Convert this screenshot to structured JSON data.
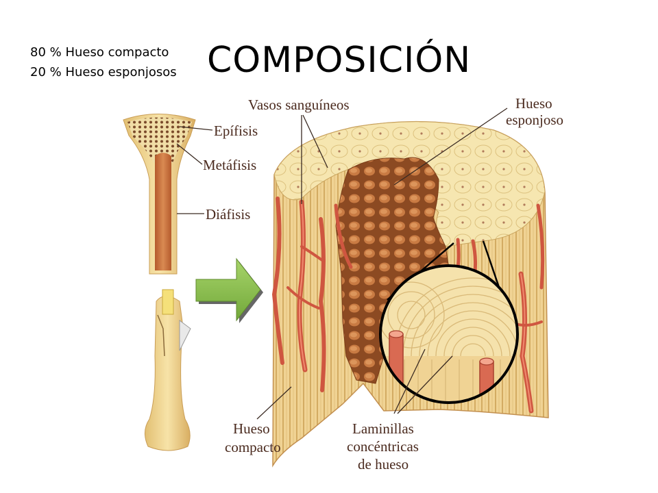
{
  "header": {
    "title": "COMPOSICIÓN",
    "stat_compact": "80 % Hueso compacto",
    "stat_spongy": "20 % Hueso esponjosos"
  },
  "diagram": {
    "labels": {
      "epifisis": "Epífisis",
      "metafisis": "Metáfisis",
      "diafisis": "Diáfisis",
      "vasos": "Vasos sanguíneos",
      "hueso_esponjoso_1": "Hueso",
      "hueso_esponjoso_2": "esponjoso",
      "hueso_compacto_1": "Hueso",
      "hueso_compacto_2": "compacto",
      "laminillas_1": "Laminillas",
      "laminillas_2": "concéntricas",
      "laminillas_3": "de hueso"
    }
  },
  "colors": {
    "bone": "#f3dfa2",
    "marrow": "#c8703e",
    "vessel": "#d2553f",
    "arrow": "#8ec24e"
  }
}
